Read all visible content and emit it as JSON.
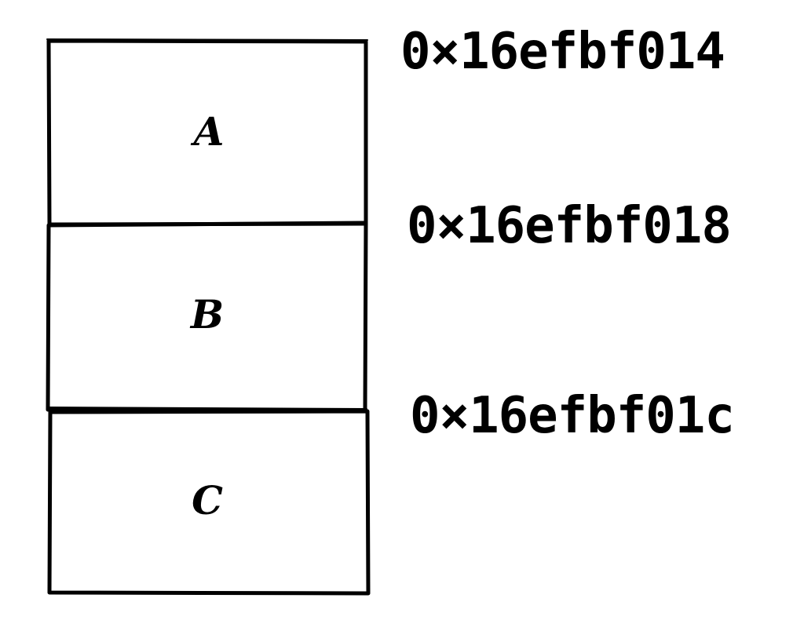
{
  "memory_cells": [
    {
      "label": "A",
      "address": "0×16efbf014"
    },
    {
      "label": "B",
      "address": "0×16efbf018"
    },
    {
      "label": "C",
      "address": "0×16efbf01c"
    }
  ]
}
